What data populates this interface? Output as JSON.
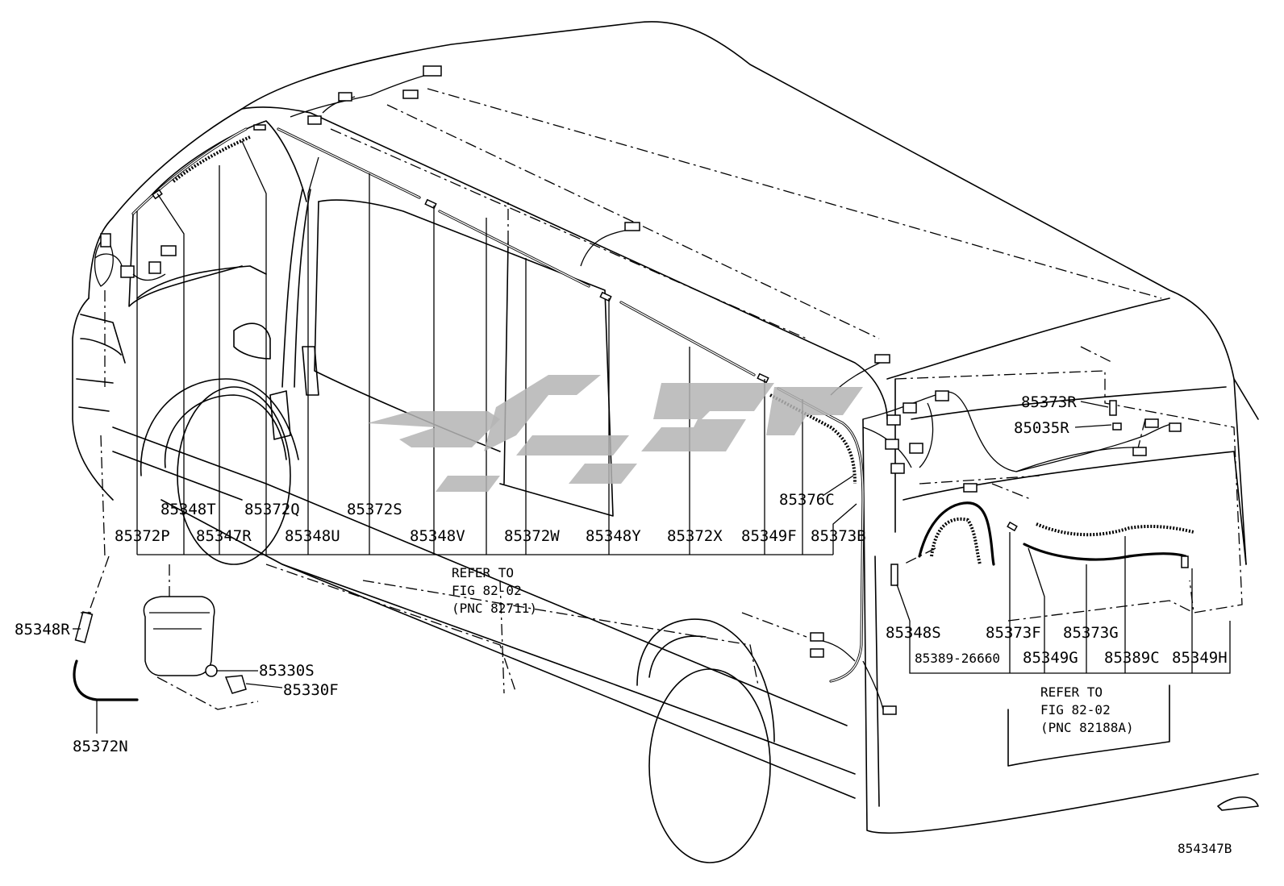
{
  "labels": {
    "p85348T": "85348T",
    "p85372Q": "85372Q",
    "p85372S": "85372S",
    "p85376C": "85376C",
    "p85372P": "85372P",
    "p85347R": "85347R",
    "p85348U": "85348U",
    "p85348V": "85348V",
    "p85372W": "85372W",
    "p85348Y": "85348Y",
    "p85372X": "85372X",
    "p85349F": "85349F",
    "p85373B": "85373B",
    "p85373R": "85373R",
    "p85035R": "85035R",
    "p85348S": "85348S",
    "p85373F": "85373F",
    "p85373G": "85373G",
    "p8538926660": "85389-26660",
    "p85349G": "85349G",
    "p85389C": "85389C",
    "p85349H": "85349H",
    "p85348R": "85348R",
    "p85330S": "85330S",
    "p85330F": "85330F",
    "p85372N": "85372N"
  },
  "refer1": {
    "line1": "REFER TO",
    "line2": "FIG 82-02",
    "line3": "(PNC 82711)"
  },
  "refer2": {
    "line1": "REFER TO",
    "line2": "FIG 82-02",
    "line3": "(PNC 82188A)"
  },
  "figure_id": "854347B",
  "colors": {
    "ink": "#000000",
    "watermark": "#b4b4b4",
    "background": "#ffffff"
  }
}
